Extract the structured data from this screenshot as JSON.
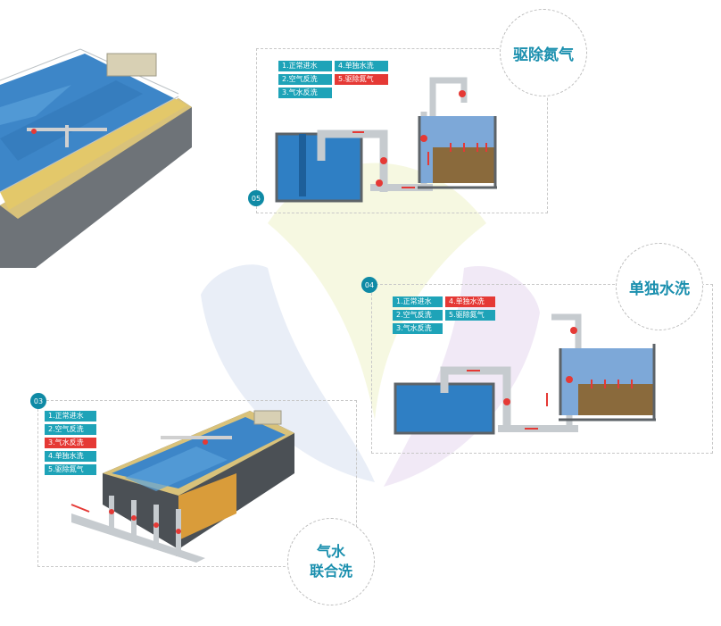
{
  "colors": {
    "accent": "#1a8fae",
    "step_bg": "#1ea3b8",
    "step_active": "#e53935",
    "water": "#2f7fc4",
    "pipe": "#c6cbcf"
  },
  "panels": {
    "p05": {
      "number": "05",
      "title": "驱除氮气",
      "steps": [
        "1.正常进水",
        "4.单独水洗",
        "2.空气反洗",
        "5.驱除氮气",
        "3.气水反洗"
      ],
      "active_index": 3
    },
    "p04": {
      "number": "04",
      "title": "单独水洗",
      "steps": [
        "1.正常进水",
        "4.单独水洗",
        "2.空气反洗",
        "5.驱除氮气",
        "3.气水反洗"
      ],
      "active_index": 1
    },
    "p03": {
      "number": "03",
      "title_line1": "气水",
      "title_line2": "联合洗",
      "steps": [
        "1.正常进水",
        "2.空气反洗",
        "3.气水反洗",
        "4.单独水洗",
        "5.驱除氮气"
      ],
      "active_index": 2
    }
  }
}
